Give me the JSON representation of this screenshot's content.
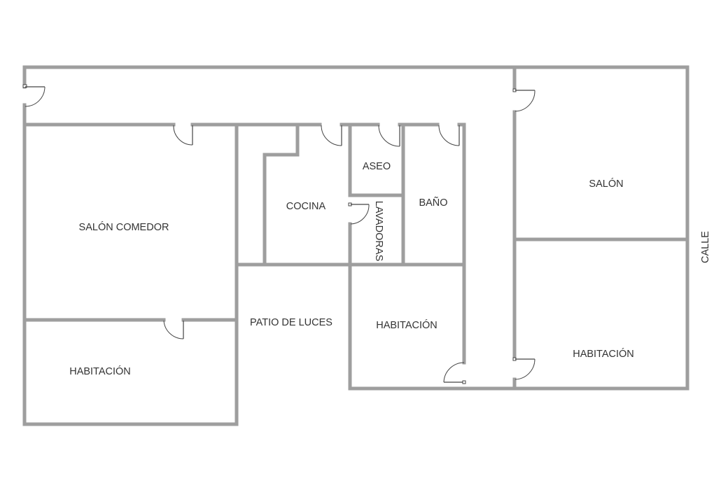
{
  "labels": {
    "salon_comedor": "SALÓN COMEDOR",
    "habitacion_left": "HABITACIÓN",
    "cocina": "COCINA",
    "aseo": "ASEO",
    "bano": "BAÑO",
    "lavadoras": "LAVADORAS",
    "patio": "PATIO DE LUCES",
    "habitacion_center": "HABITACIÓN",
    "salon": "SALÓN",
    "habitacion_right": "HABITACIÓN",
    "calle": "CALLE"
  },
  "colors": {
    "wall": "#9e9e9e",
    "door": "#444444",
    "text": "#333333",
    "background": "#ffffff"
  }
}
